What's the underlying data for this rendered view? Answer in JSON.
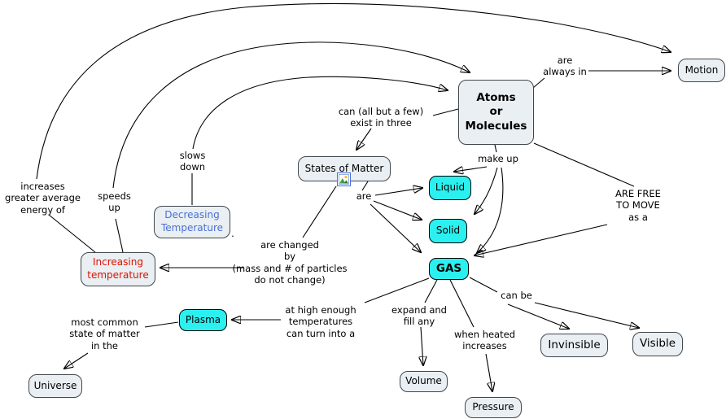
{
  "colors": {
    "background": "#ffffff",
    "node_fill": "#e9eff3",
    "node_border": "#41474c",
    "cyan_node_fill": "#2bf0f0",
    "line": "#000000",
    "increasing_text": "#dd1100",
    "decreasing_text": "#4a6fd4"
  },
  "nodes": {
    "atoms": {
      "label": "Atoms\nor\nMolecules"
    },
    "motion": {
      "label": "Motion"
    },
    "states_of_matter": {
      "label": "States of Matter"
    },
    "liquid": {
      "label": "Liquid"
    },
    "solid": {
      "label": "Solid"
    },
    "gas": {
      "label": "GAS"
    },
    "decreasing_temperature": {
      "label": "Decreasing\nTemperature"
    },
    "increasing_temperature": {
      "label": "Increasing\ntemperature"
    },
    "plasma": {
      "label": "Plasma"
    },
    "universe": {
      "label": "Universe"
    },
    "invinsible": {
      "label": "Invinsible"
    },
    "visible": {
      "label": "Visible"
    },
    "volume": {
      "label": "Volume"
    },
    "pressure": {
      "label": "Pressure"
    }
  },
  "linking_phrases": {
    "are_always_in": {
      "label": "are\nalways in"
    },
    "can_exist_in_three": {
      "label": "can (all but a few)\nexist in three"
    },
    "make_up": {
      "label": "make up"
    },
    "are": {
      "label": "are"
    },
    "are_free_to_move": {
      "label": "ARE FREE\nTO MOVE\nas a"
    },
    "increases_energy": {
      "label": "increases\ngreater average\nenergy of"
    },
    "speeds_up": {
      "label": "speeds\nup"
    },
    "slows_down": {
      "label": "slows\ndown"
    },
    "are_changed_by": {
      "label": "are changed\nby\n(mass and # of particles\ndo not change)"
    },
    "high_temperatures": {
      "label": "at high enough\ntemperatures\ncan turn into a"
    },
    "most_common_state": {
      "label": "most common\nstate of matter\nin the"
    },
    "expand_fill": {
      "label": "expand and\nfill any"
    },
    "when_heated": {
      "label": "when heated\nincreases"
    },
    "can_be": {
      "label": "can be"
    },
    "stray_period": {
      "label": "."
    }
  },
  "icons": {
    "resource_icon": "image-attachment"
  }
}
